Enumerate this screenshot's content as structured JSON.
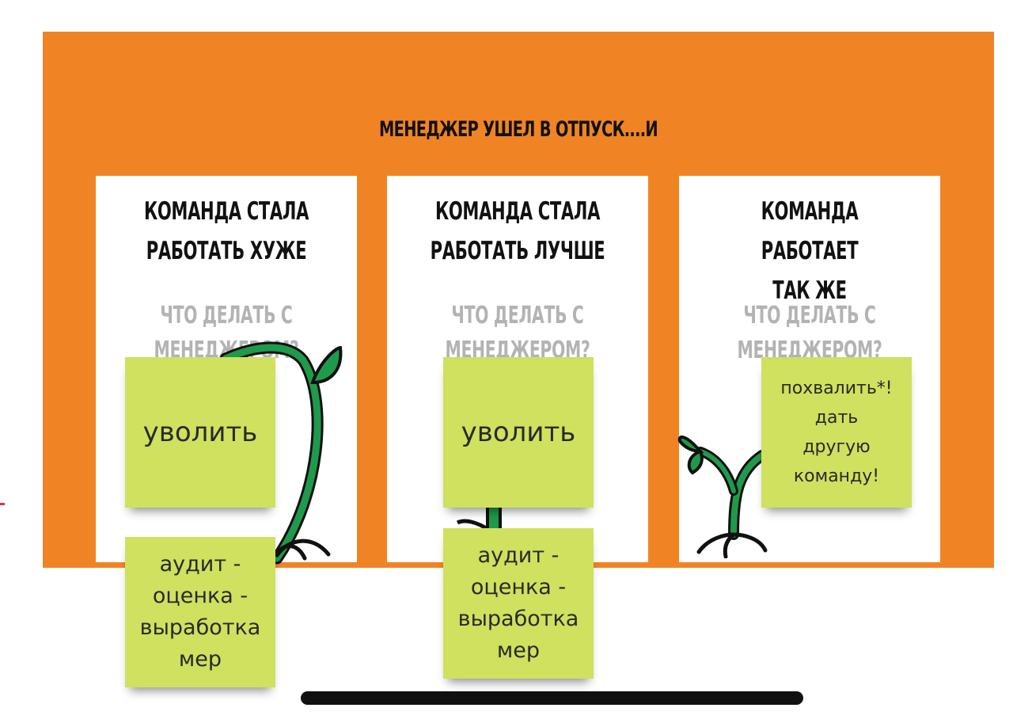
{
  "board": {
    "title": "МЕНЕДЖЕР УШЕЛ В ОТПУСК....И",
    "color": "#f08424"
  },
  "cards": [
    {
      "title": "КОМАНДА СТАЛА\nРАБОТАТЬ ХУЖЕ",
      "question": "ЧТО ДЕЛАТЬ С\nМЕНЕДЖЕРОМ?"
    },
    {
      "title": "КОМАНДА СТАЛА\nРАБОТАТЬ ЛУЧШЕ",
      "question": "ЧТО ДЕЛАТЬ С\nМЕНЕДЖЕРОМ?"
    },
    {
      "title": "КОМАНДА РАБОТАЕТ\nТАК ЖЕ",
      "question": "ЧТО ДЕЛАТЬ С\nМЕНЕДЖЕРОМ?"
    }
  ],
  "notes": [
    {
      "text": "уволить"
    },
    {
      "text": "уволить"
    },
    {
      "text": "похвалить*!\nдать\nдругую\nкоманду!"
    },
    {
      "text": "аудит -\nоценка -\nвыработка\nмер"
    },
    {
      "text": "аудит -\nоценка -\nвыработка\nмер"
    }
  ],
  "colors": {
    "sticky_note": "#cfe15e",
    "plant_green": "#1f9a4b",
    "plant_outline": "#111111",
    "question_text": "#b3b3b3"
  },
  "icons": [
    "sprout-tall-icon",
    "sprout-medium-icon",
    "sprout-small-icon"
  ]
}
